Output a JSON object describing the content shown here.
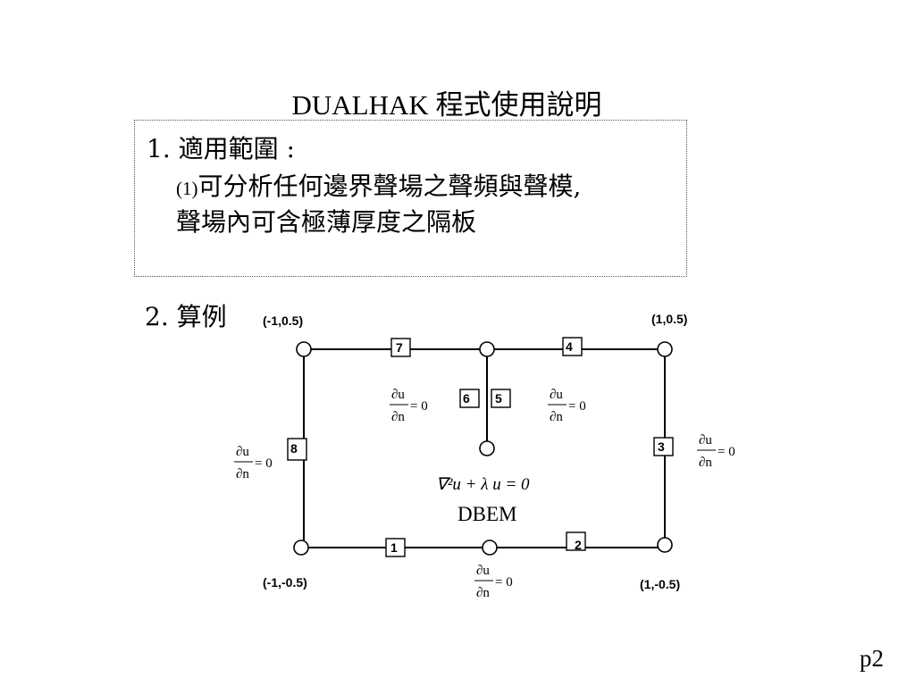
{
  "title": "DUALHAK 程式使用說明",
  "scope": {
    "heading": "1. 適用範圍 :",
    "item_number": "(1)",
    "item_line1": "可分析任何邊界聲場之聲頻與聲模,",
    "item_line2": "聲場內可含極薄厚度之隔板"
  },
  "example": {
    "heading": "2. 算例",
    "corners": {
      "top_left": "(-1,0.5)",
      "top_right": "(1,0.5)",
      "bottom_left": "(-1,-0.5)",
      "bottom_right": "(1,-0.5)"
    },
    "element_labels": [
      "1",
      "2",
      "3",
      "4",
      "5",
      "6",
      "7",
      "8"
    ],
    "boundary_condition": {
      "numerator": "∂u",
      "denominator": "∂n",
      "rhs": "= 0"
    },
    "governing_equation": "∇²u + λ u = 0",
    "method": "DBEM"
  },
  "page_number": "p2"
}
